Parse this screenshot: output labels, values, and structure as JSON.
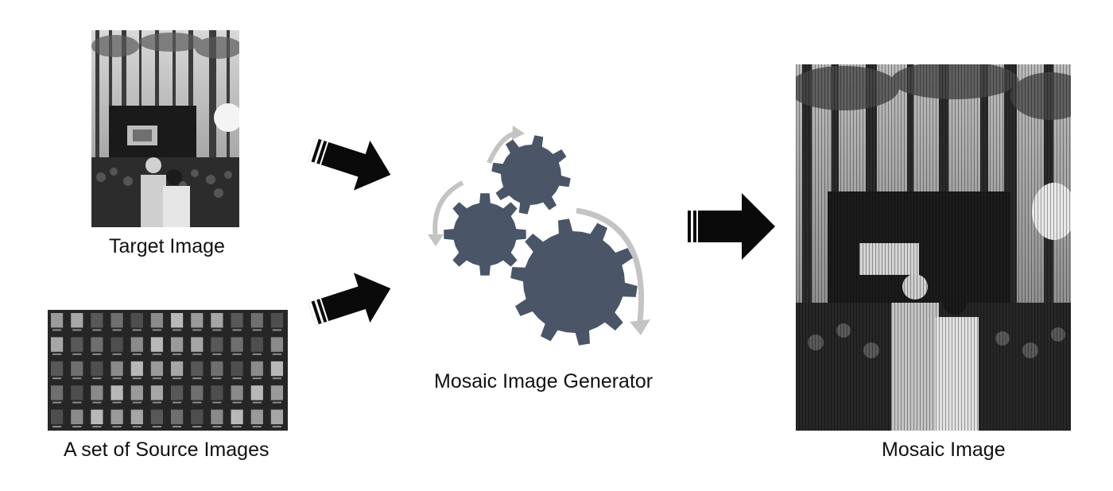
{
  "labels": {
    "target": "Target Image",
    "source": "A set of Source Images",
    "generator": "Mosaic Image Generator",
    "mosaic": "Mosaic Image"
  },
  "colors": {
    "gear": "#4a5568",
    "arrow": "#0a0a0a",
    "cycle_arrow": "#c4c4c4",
    "photo_dark": "#1f1f1f",
    "thumb_bg": "#2a2a2a"
  },
  "icons": {
    "flow_arrow": "striped-block-arrow-icon",
    "gear": "gear-icon",
    "cycle_arrow": "curved-arrow-icon"
  }
}
